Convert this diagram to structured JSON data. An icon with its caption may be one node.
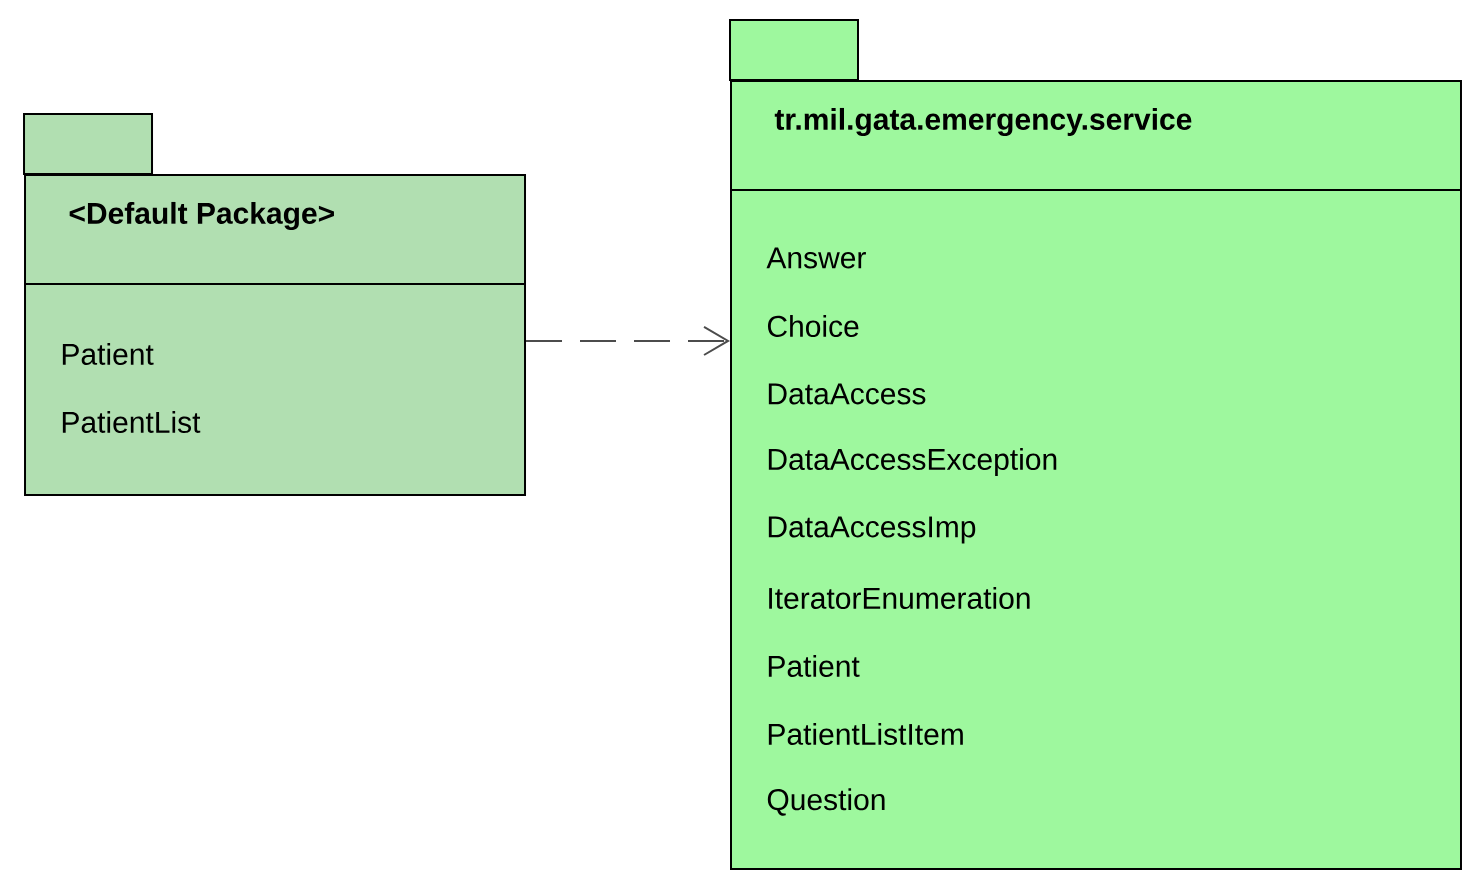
{
  "diagram": {
    "nodes": [
      {
        "text": [
          "<Default Package>",
          "Patient",
          "PatientList"
        ]
      },
      {
        "text": [
          "tr.mil.gata.emergency.service",
          "Answer",
          "Choice",
          "DataAccess",
          "DataAccessException",
          "DataAccessImp",
          "IteratorEnumeration",
          "Patient",
          "PatientListItem",
          "Question"
        ]
      }
    ],
    "edges": [
      {
        "from": 0,
        "to": 1,
        "arrow": "to",
        "style": "dashed"
      }
    ]
  }
}
